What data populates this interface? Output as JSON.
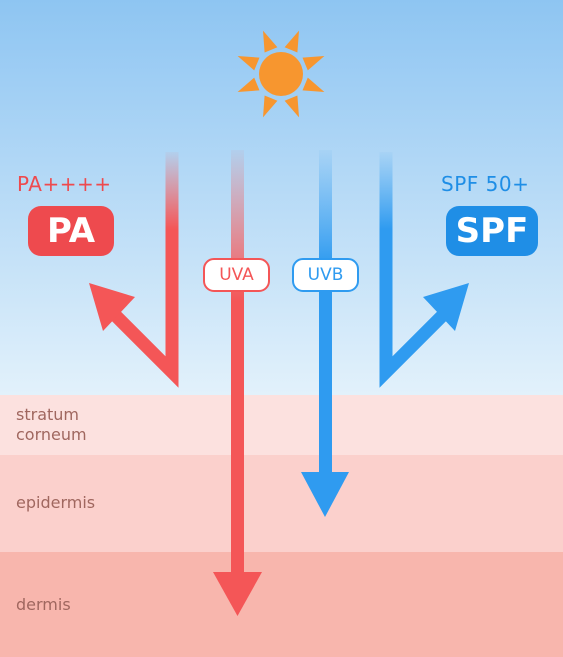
{
  "sky": {
    "colors": {
      "top": "#8ec5f2",
      "bottom": "#e2f1fb"
    }
  },
  "sun": {
    "icon": "sun-icon",
    "color": "#f7962f"
  },
  "rays": {
    "uva": {
      "label": "UVA",
      "color": "#f45657"
    },
    "uvb": {
      "label": "UVB",
      "color": "#2f9bf0"
    }
  },
  "protection": {
    "pa": {
      "caption": "PA++++",
      "badge": "PA",
      "color": "#ee4a4e"
    },
    "spf": {
      "caption": "SPF 50+",
      "badge": "SPF",
      "color": "#1f8ee6"
    }
  },
  "skin_layers": [
    {
      "label": "stratum corneum",
      "lines": [
        "stratum",
        "corneum"
      ],
      "color": "#fce1df"
    },
    {
      "label": "epidermis",
      "lines": [
        "epidermis"
      ],
      "color": "#fbd0cc"
    },
    {
      "label": "dermis",
      "lines": [
        "dermis"
      ],
      "color": "#f8b6ad"
    }
  ],
  "label_color": "#a0675f"
}
